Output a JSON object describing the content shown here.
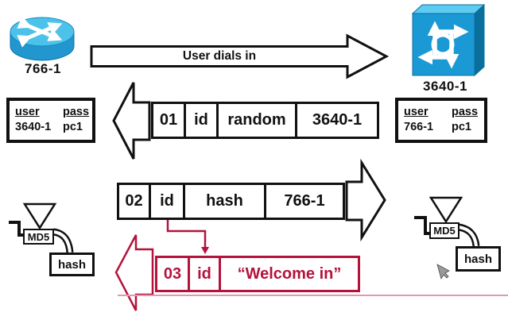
{
  "devices": {
    "left": {
      "label": "766-1"
    },
    "right": {
      "label": "3640-1"
    }
  },
  "flow": {
    "dial_label": "User dials in"
  },
  "credentials": {
    "left": {
      "user_header": "user",
      "pass_header": "pass",
      "user": "3640-1",
      "pass": "pc1"
    },
    "right": {
      "user_header": "user",
      "pass_header": "pass",
      "user": "766-1",
      "pass": "pc1"
    }
  },
  "messages": {
    "challenge": {
      "seq": "01",
      "id": "id",
      "payload": "random",
      "name": "3640-1"
    },
    "response": {
      "seq": "02",
      "id": "id",
      "payload": "hash",
      "name": "766-1"
    },
    "success": {
      "seq": "03",
      "id": "id",
      "payload": "“Welcome in”"
    }
  },
  "hash_engines": {
    "left": {
      "engine_label": "MD5",
      "output_label": "hash"
    },
    "right": {
      "engine_label": "MD5",
      "output_label": "hash"
    }
  },
  "colors": {
    "accent_red": "#b5123c",
    "cisco_blue": "#1b99d4"
  }
}
